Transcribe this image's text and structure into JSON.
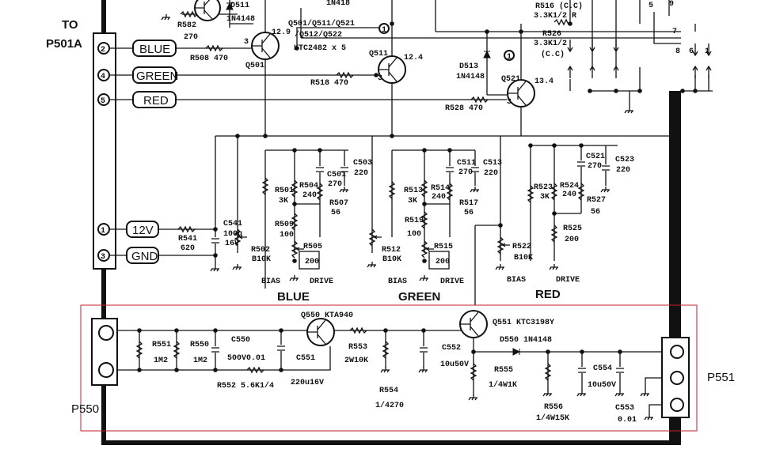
{
  "connector_left": {
    "to": "TO",
    "name": "P501A",
    "pins": [
      "2",
      "4",
      "5",
      "1",
      "3"
    ]
  },
  "signals": {
    "blue": "BLUE",
    "green": "GREEN",
    "red": "RED",
    "v12": "12V",
    "gnd": "GND"
  },
  "top": {
    "d511": "D511",
    "d511_type": "1N4148",
    "top_diode": "1N418",
    "r582": "R582",
    "r582_val": "270",
    "r508": "R508 470",
    "r518": "R518 470",
    "r528": "R528 470",
    "q501": "Q501",
    "q501_v": "12.9",
    "q511": "Q511",
    "q511_v": "12.4",
    "q521": "Q521",
    "q521_v": "13.4",
    "qlist1": "Q501/Q511/Q521",
    "qlist2": "/Q512/Q522",
    "qtype": "KTC2482 x 5",
    "base_pin": "3",
    "ref1": "1",
    "d513": "D513",
    "d513_type": "1N4148",
    "r516": "R516 (C.C)",
    "r516_val": "3.3K1/2",
    "r526": "R526",
    "r526_val": "3.3K1/2",
    "r526_cc": "(C.C)",
    "r_mark": "R",
    "pin5": "5",
    "pin9": "9",
    "pin7": "7",
    "pin8": "8",
    "pin6": "6",
    "pinx": "1"
  },
  "blue_section": {
    "title": "BLUE",
    "bias": "BIAS",
    "drive": "DRIVE",
    "r541": "R541",
    "r541_val": "620",
    "c541": "C541",
    "c541_val": "100u",
    "c541_v": "16V",
    "r502": "R502",
    "r502_val": "B10K",
    "r501": "R501",
    "r501_val": "3K",
    "r504": "R504",
    "r504_val": "240",
    "c501": "C501",
    "c501_val": "270",
    "c503": "C503",
    "c503_val": "220",
    "r507": "R507",
    "r507_val": "56",
    "r509": "R509",
    "r509_val": "100",
    "r505": "R505",
    "r505_val": "200"
  },
  "green_section": {
    "title": "GREEN",
    "bias": "BIAS",
    "drive": "DRIVE",
    "r512": "R512",
    "r512_val": "B10K",
    "r513": "R513",
    "r513_val": "3K",
    "r514": "R514",
    "r514_val": "240",
    "c511": "C511",
    "c511_val": "270",
    "c513": "C513",
    "c513_val": "220",
    "r517": "R517",
    "r517_val": "56",
    "r519": "R519",
    "r519_val": "100",
    "r515": "R515",
    "r515_val": "200"
  },
  "red_section": {
    "title": "RED",
    "bias": "BIAS",
    "drive": "DRIVE",
    "r522": "R522",
    "r522_val": "B10K",
    "r523": "R523",
    "r523_val": "3K",
    "r524": "R524",
    "r524_val": "240",
    "c521": "C521",
    "c521_val": "270",
    "c523": "C523",
    "c523_val": "220",
    "r527": "R527",
    "r527_val": "56",
    "r525": "R525",
    "r525_val": "200"
  },
  "highlight_section": {
    "p550": "P550",
    "p551": "P551",
    "r551": "R551",
    "r551_val": "1M2",
    "r550": "R550",
    "r550_val": "1M2",
    "c550": "C550",
    "c550_val": "500V0.01",
    "r552": "R552 5.6K1/4",
    "c551": "C551",
    "c551_val": "220u16V",
    "q550": "Q550 KTA940",
    "r553": "R553",
    "r553_val": "2W10K",
    "r554": "R554",
    "r554_val": "1/4270",
    "c552": "C552",
    "c552_val": "10u50V",
    "q551": "Q551 KTC3198Y",
    "d550": "D550 1N4148",
    "r555": "R555",
    "r555_val": "1/4W1K",
    "r556": "R556",
    "r556_val": "1/4W15K",
    "c554": "C554",
    "c554_val": "10u50V",
    "c553": "C553",
    "c553_val": "0.01",
    "highlight_color": "#c0202a"
  }
}
